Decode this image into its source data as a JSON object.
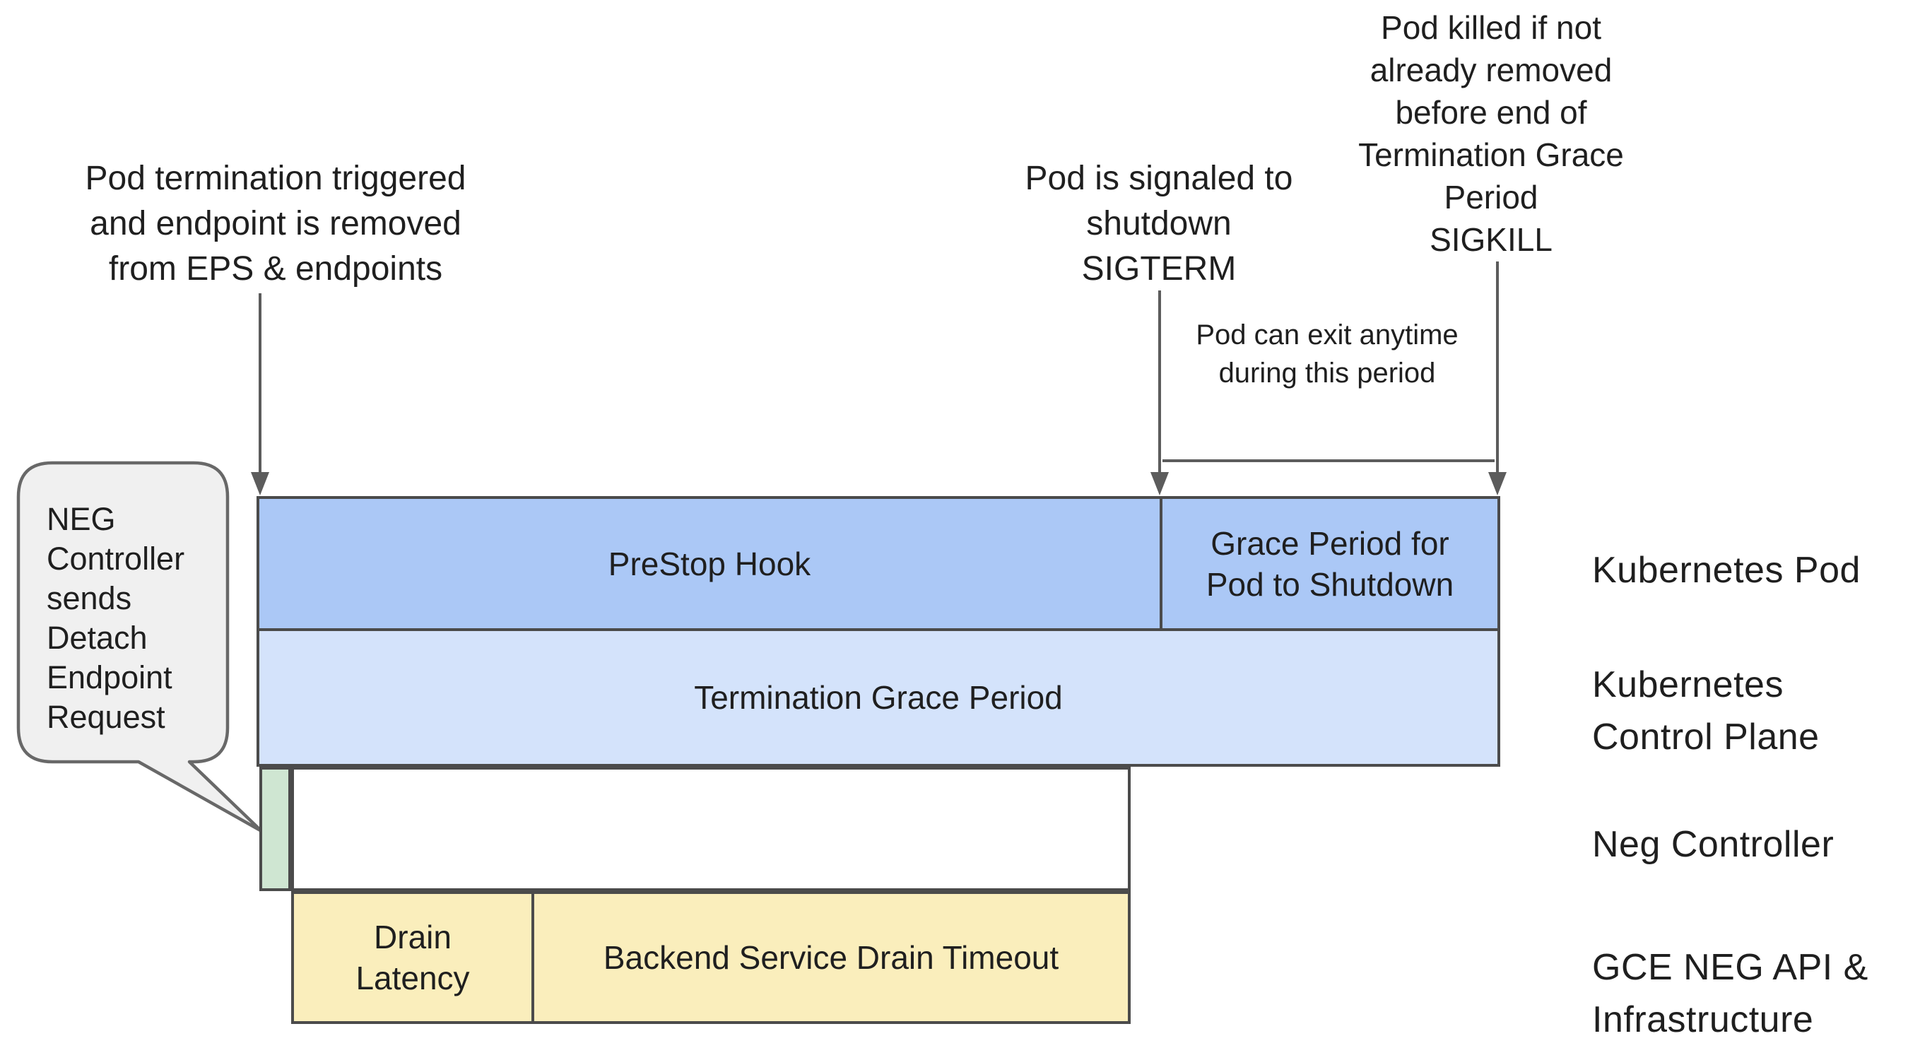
{
  "colors": {
    "bar-blue": "#abc8f6",
    "bar-blue-light": "#d4e3fb",
    "bar-green": "#cfe6d2",
    "bar-yellow": "#faeebc",
    "bar-white": "#ffffff",
    "bar-border": "#4b4b4b",
    "arrow-gray": "#5c5c5c",
    "bubble-fill": "#f0f0f0",
    "bubble-border": "#686868",
    "text": "#1f1f1f"
  },
  "annotations": {
    "pod_termination": "Pod termination triggered\nand endpoint is removed\nfrom EPS & endpoints",
    "pod_signaled": "Pod is signaled to\nshutdown\nSIGTERM",
    "pod_killed": "Pod killed if not\nalready removed\nbefore end of\nTermination Grace\nPeriod\nSIGKILL",
    "pod_exit": "Pod can exit anytime\nduring this period"
  },
  "callout": {
    "text": "NEG\nController\nsends\nDetach\nEndpoint\nRequest"
  },
  "bars": {
    "prestop": "PreStop Hook",
    "grace": "Grace Period for\nPod to Shutdown",
    "termination": "Termination Grace Period",
    "drain": "Drain\nLatency",
    "backend": "Backend Service Drain Timeout"
  },
  "lanes": {
    "pod": "Kubernetes Pod",
    "control_plane": "Kubernetes\nControl Plane",
    "neg": "Neg Controller",
    "gce": "GCE NEG API &\nInfrastructure"
  }
}
